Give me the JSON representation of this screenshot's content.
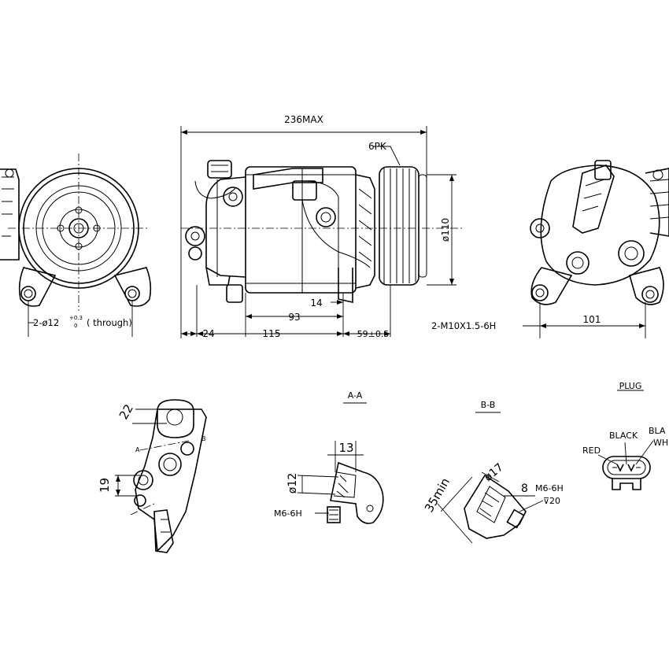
{
  "dimensions": {
    "overall_length": "236MAX",
    "belt": "6PK",
    "pulley_diameter": "ø110",
    "mount_holes_prefix": "2-ø12",
    "mount_holes_tol_upper": "+0.3",
    "mount_holes_tol_lower": "0",
    "mount_holes_suffix": "( through)",
    "dim_14": "14",
    "dim_93": "93",
    "dim_24": "24",
    "dim_115": "115",
    "dim_59": "59±0.5",
    "thread_spec": "2-M10X1.5-6H",
    "dim_101": "101"
  },
  "detail_view": {
    "dim_22": "22",
    "dim_19": "19",
    "section_a": "A",
    "section_b": "B"
  },
  "section_aa": {
    "title": "A-A",
    "dim_13": "13",
    "dim_dia12": "ø12",
    "thread": "M6-6H"
  },
  "section_bb": {
    "title": "B-B",
    "dim_35min": "35min",
    "dim_dia17": "ø17",
    "dim_8": "8",
    "thread": "M6-6H",
    "depth": "⊽20"
  },
  "plug": {
    "title": "PLUG",
    "red": "RED",
    "black": "BLACK",
    "black_cut": "BLA",
    "white_cut": "WH"
  }
}
